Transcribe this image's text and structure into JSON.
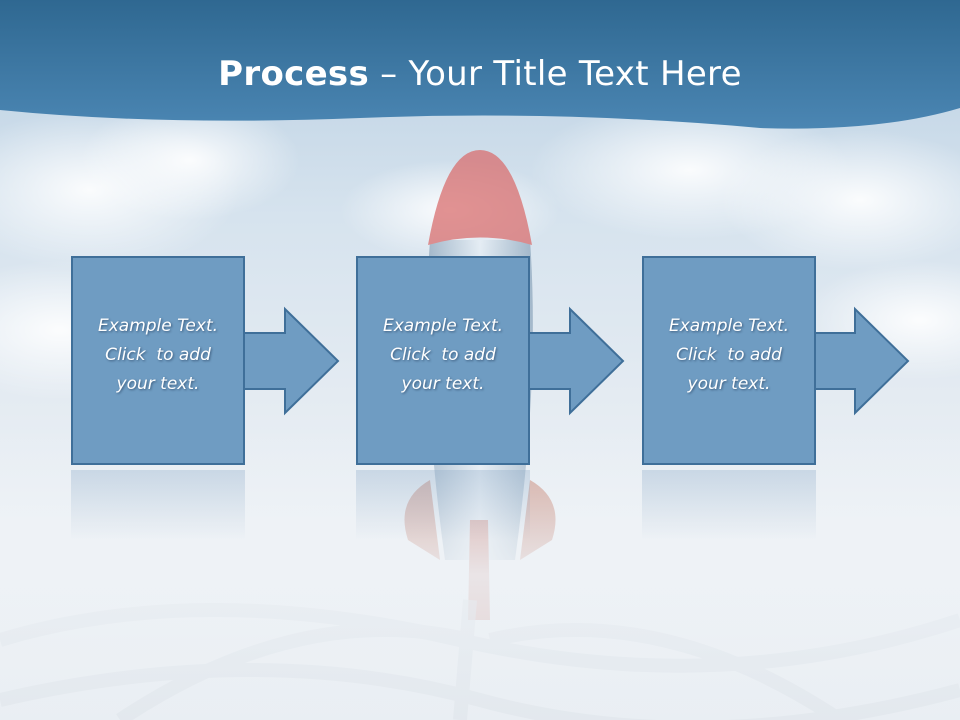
{
  "title": {
    "bold": "Process",
    "rest": " – Your Title Text Here"
  },
  "steps": [
    {
      "line1": "Example Text.",
      "line2": "Click  to add",
      "line3": "your text."
    },
    {
      "line1": "Example Text.",
      "line2": "Click  to add",
      "line3": "your text."
    },
    {
      "line1": "Example Text.",
      "line2": "Click  to add",
      "line3": "your text."
    }
  ],
  "colors": {
    "header": "#3f78a4",
    "block": "#6f9cc2",
    "border": "#3f6f99",
    "rocket_nose": "#d96f6f"
  }
}
